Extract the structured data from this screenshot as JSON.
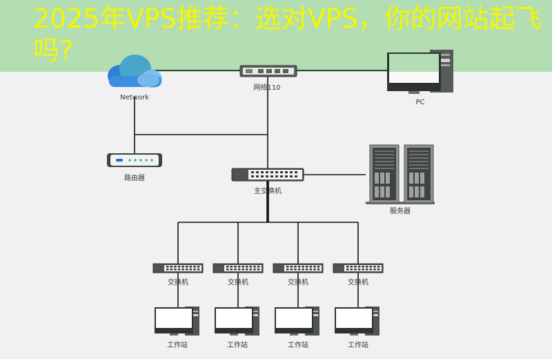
{
  "banner": {
    "title": "2025年VPS推荐：选对VPS，你的网站起飞吗?"
  },
  "colors": {
    "banner_bg": "#b3ddb2",
    "title_color": "#f4f700",
    "line_color": "#111111"
  },
  "nodes": {
    "network": {
      "label": "Network",
      "icon": "cloud-icon"
    },
    "wan_switch": {
      "label": "网络110",
      "icon": "switch-icon"
    },
    "pc": {
      "label": "PC",
      "icon": "desktop-computer-icon"
    },
    "router": {
      "label": "路由器",
      "icon": "router-icon"
    },
    "core_switch": {
      "label": "主交换机",
      "icon": "switch-icon"
    },
    "servers": {
      "label": "服务器",
      "icon": "server-rack-icon"
    },
    "access_switches": [
      {
        "label": "交换机"
      },
      {
        "label": "交换机"
      },
      {
        "label": "交换机"
      },
      {
        "label": "交换机"
      }
    ],
    "workstations": [
      {
        "label": "工作站"
      },
      {
        "label": "工作站"
      },
      {
        "label": "工作站"
      },
      {
        "label": "工作站"
      }
    ]
  }
}
